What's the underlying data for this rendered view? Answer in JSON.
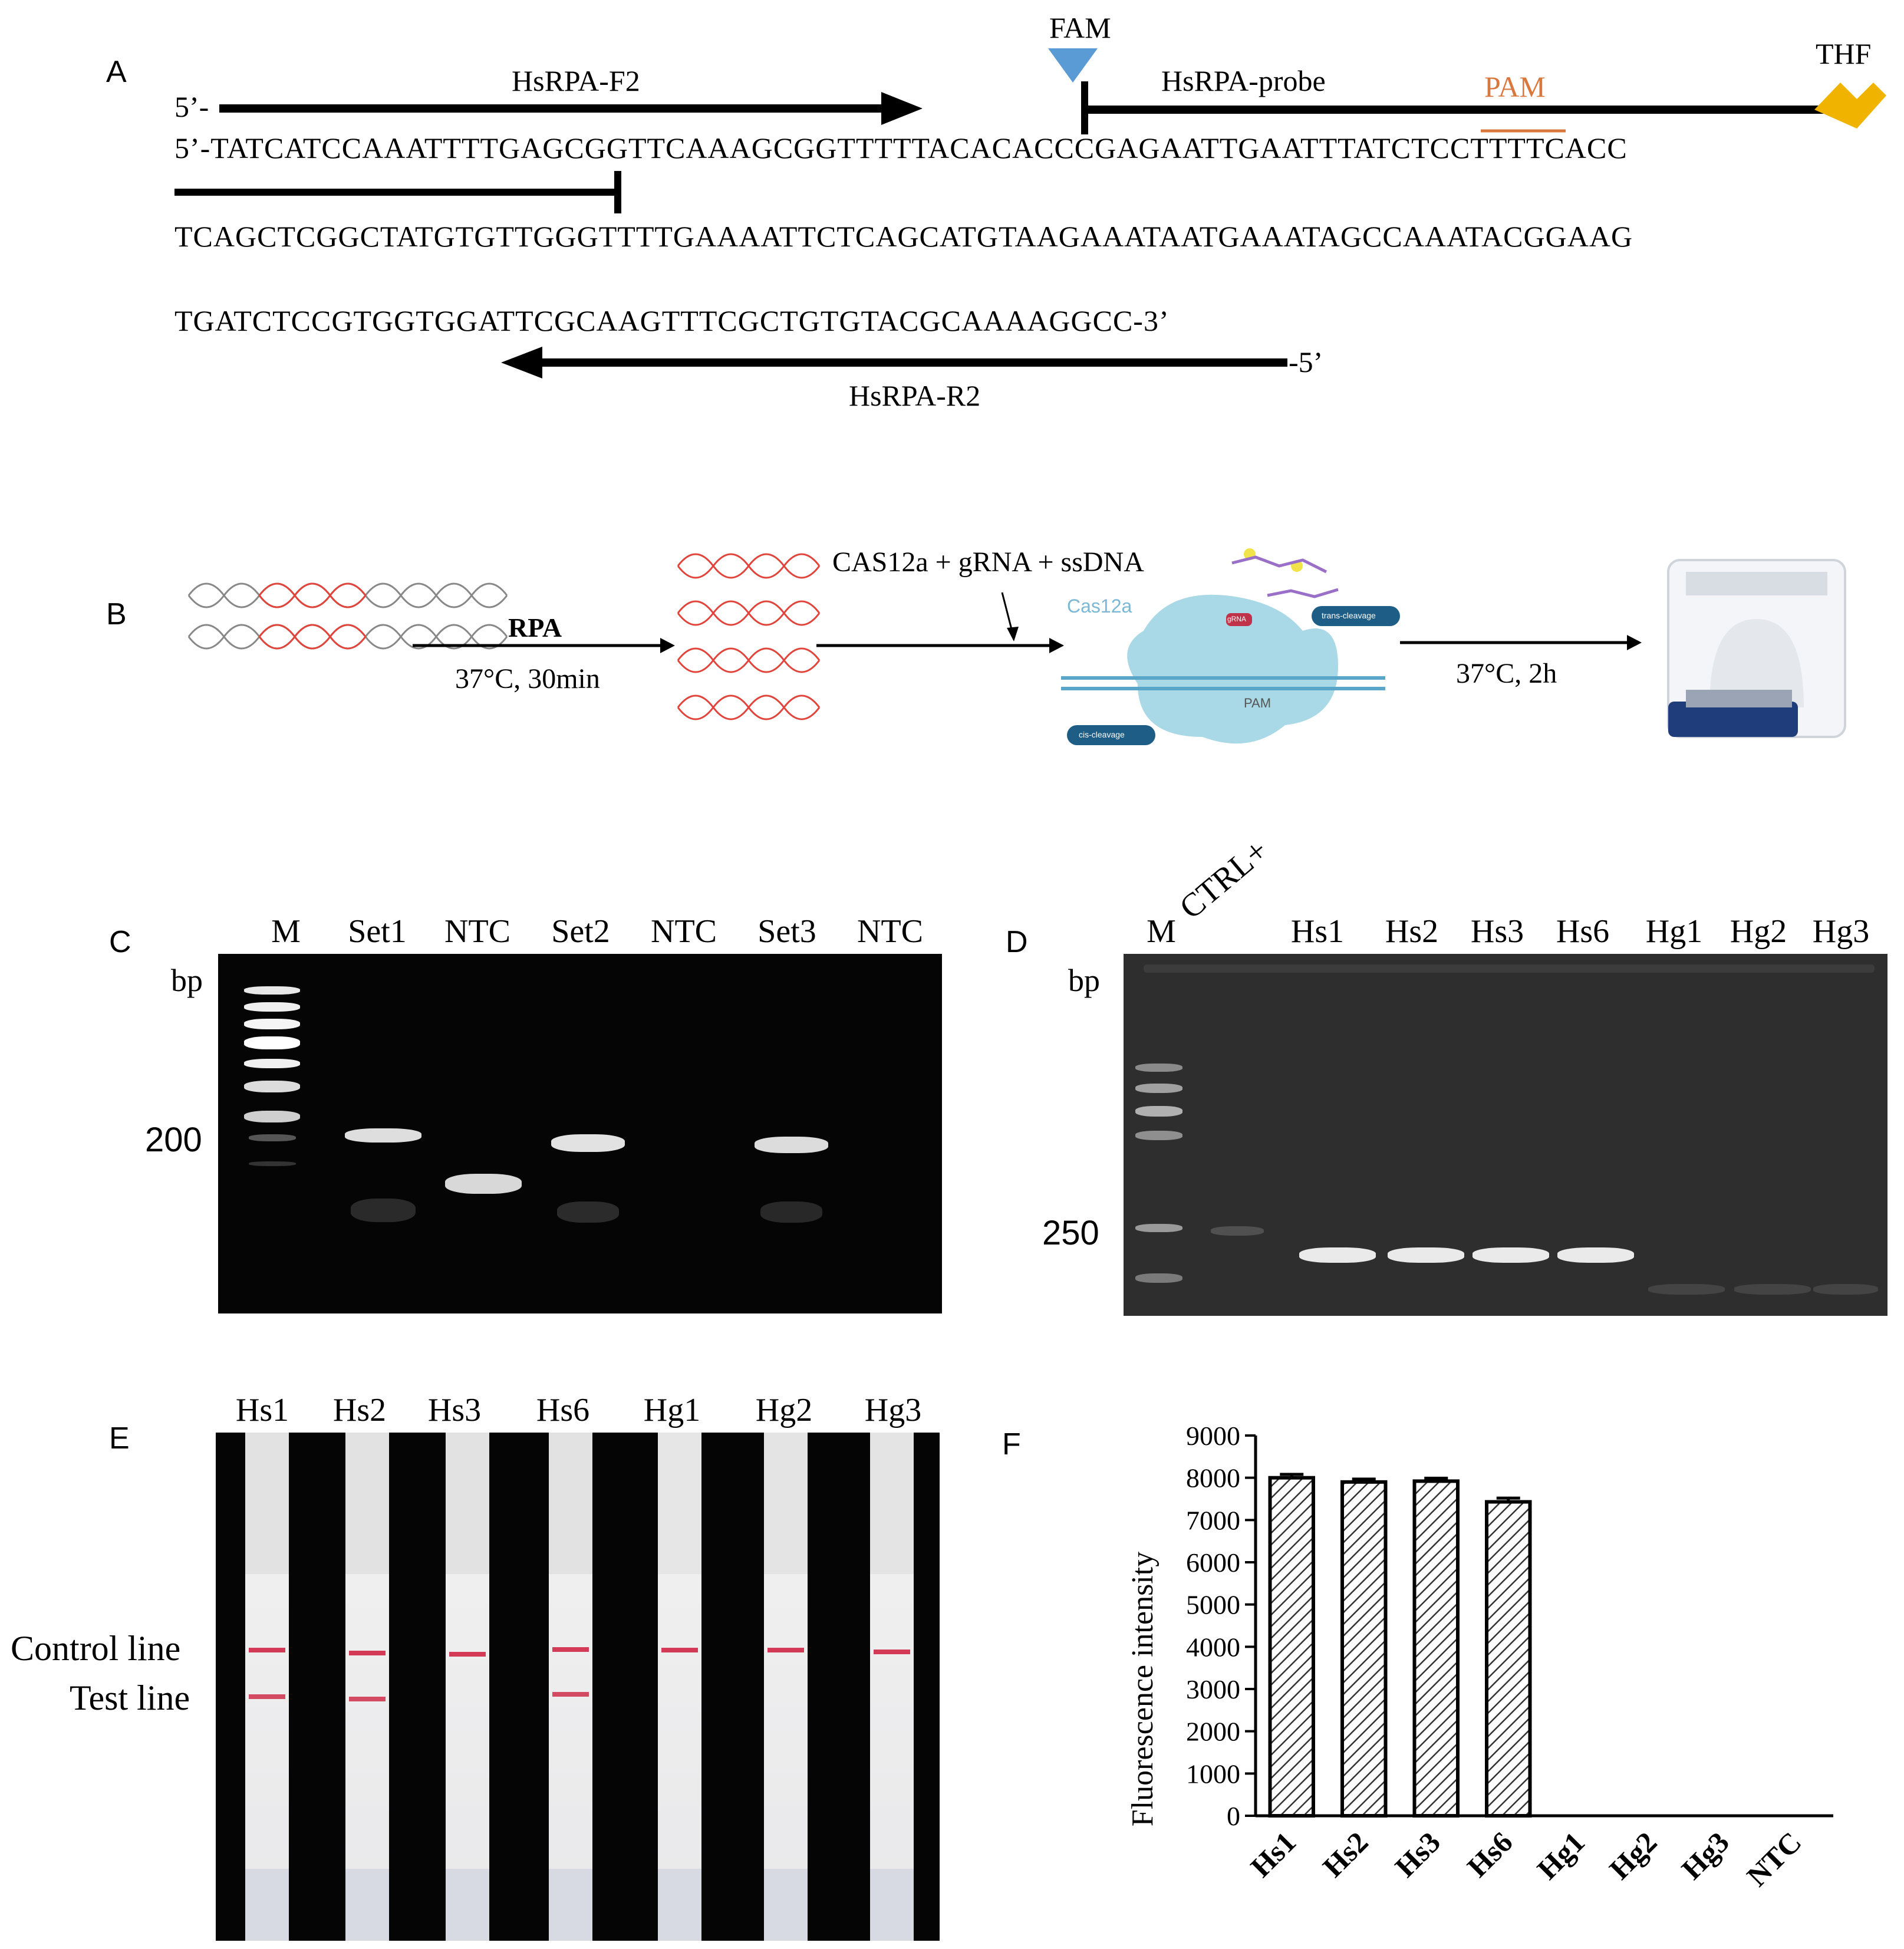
{
  "panelA": {
    "letter": "A",
    "seq_lines": [
      "5’-TATCATCCAAATTTTGAGCGGTTCAAAGCGGTTTTTACACACCCGAGAATTGAATTTATCTCCTTTTCACC",
      "TCAGCTCGGCTATGTGTTGGGTTTTGAAAATTCTCAGCATGTAAGAAATAATGAAATAGCCAAATACGGAAG",
      "TGATCTCCGTGGTGGATTCGCAAGTTTCGCTGTGTACGCAAAAGGCC-3’"
    ],
    "fwd_primer": "HsRPA-F2",
    "fwd_5prime": "5’-",
    "probe": "HsRPA-probe",
    "fam": "FAM",
    "pam": "PAM",
    "thf": "THF",
    "rev_primer": "HsRPA-R2",
    "rev_5prime": "-5’",
    "colors": {
      "fam": "#5b9bd5",
      "pam": "#d9773c",
      "thf": "#f0b400"
    }
  },
  "panelB": {
    "letter": "B",
    "step1_top": "RPA",
    "step1_bottom": "37°C, 30min",
    "step2_top": "CAS12a + gRNA + ssDNA",
    "step3_bottom": "37°C, 2h",
    "cas_label": "Cas12a",
    "pam_label": "PAM",
    "gRNA_label": "gRNA",
    "cis_label": "cis-cleavage",
    "trans_label": "trans-cleavage"
  },
  "panelC": {
    "letter": "C",
    "lanes": [
      "M",
      "Set1",
      "NTC",
      "Set2",
      "NTC",
      "Set3",
      "NTC"
    ],
    "unit": "bp",
    "marker": "200"
  },
  "panelD": {
    "letter": "D",
    "lanes": [
      "M",
      "CTRL+",
      "Hs1",
      "Hs2",
      "Hs3",
      "Hs6",
      "Hg1",
      "Hg2",
      "Hg3"
    ],
    "unit": "bp",
    "marker": "250"
  },
  "panelE": {
    "letter": "E",
    "lanes": [
      "Hs1",
      "Hs2",
      "Hs3",
      "Hs6",
      "Hg1",
      "Hg2",
      "Hg3"
    ],
    "control_line": "Control line",
    "test_line": "Test line"
  },
  "panelF": {
    "letter": "F"
  },
  "chart_data": {
    "type": "bar",
    "categories": [
      "Hs1",
      "Hs2",
      "Hs3",
      "Hs6",
      "Hg1",
      "Hg2",
      "Hg3",
      "NTC"
    ],
    "values": [
      8000,
      7900,
      7920,
      7430,
      0,
      0,
      0,
      0
    ],
    "errors": [
      80,
      70,
      70,
      90,
      0,
      0,
      0,
      0
    ],
    "ylabel": "Fluorescence intensity",
    "xlabel": "",
    "ylim": [
      0,
      9000
    ],
    "yticks": [
      0,
      1000,
      2000,
      3000,
      4000,
      5000,
      6000,
      7000,
      8000,
      9000
    ],
    "bar_fill": "hatched"
  }
}
